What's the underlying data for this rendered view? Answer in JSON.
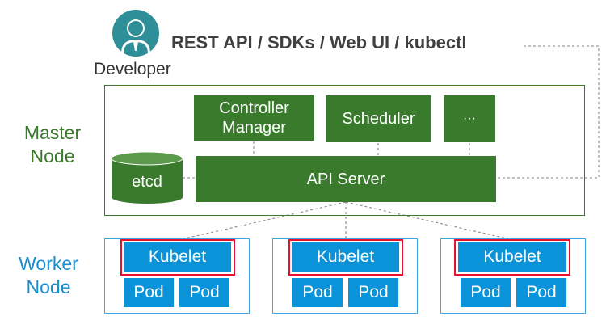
{
  "developer": {
    "label": "Developer",
    "avatar_icon": "person-icon",
    "interfaces": "REST API / SDKs / Web UI / kubectl"
  },
  "master": {
    "label_line1": "Master",
    "label_line2": "Node",
    "controller_manager_line1": "Controller",
    "controller_manager_line2": "Manager",
    "scheduler": "Scheduler",
    "ellipsis": "···",
    "etcd": "etcd",
    "api_server": "API Server"
  },
  "worker": {
    "label_line1": "Worker",
    "label_line2": "Node",
    "nodes": [
      {
        "kubelet": "Kubelet",
        "pods": [
          "Pod",
          "Pod"
        ]
      },
      {
        "kubelet": "Kubelet",
        "pods": [
          "Pod",
          "Pod"
        ]
      },
      {
        "kubelet": "Kubelet",
        "pods": [
          "Pod",
          "Pod"
        ]
      }
    ]
  },
  "colors": {
    "master_green": "#3a7a2d",
    "worker_blue": "#0a93d8",
    "highlight_red": "#e8112d",
    "avatar_teal": "#2e8f98"
  }
}
